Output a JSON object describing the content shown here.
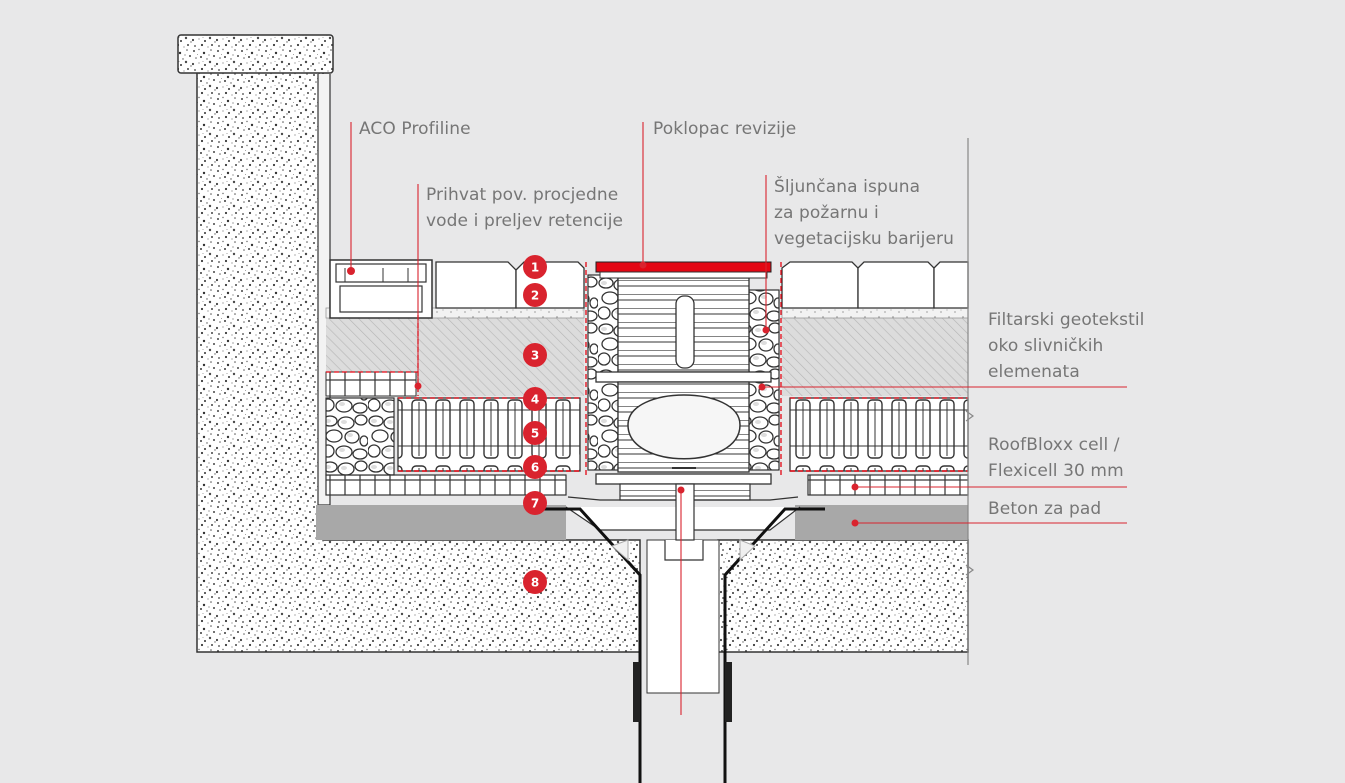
{
  "labels": {
    "aco_profiline": "ACO Profiline",
    "prihvat": "Prihvat pov. procjedne\nvode i preljev retencije",
    "poklopac": "Poklopac revizije",
    "sljuncana": "Šljunčana ispuna\nza požarnu i\nvegetacijsku barijeru",
    "filtarski": "Filtarski geotekstil\noko slivničkih\nelemenata",
    "roofbloxx": "RoofBloxx cell /\nFlexicell 30 mm",
    "beton": "Beton za pad"
  },
  "badges": [
    "1",
    "2",
    "3",
    "4",
    "5",
    "6",
    "7",
    "8"
  ],
  "colors": {
    "accent_red": "#e30613",
    "leader_red": "#d9232e",
    "label_gray": "#767676",
    "background": "#e8e8e9",
    "concrete": "#ffffff",
    "screed": "#a8a8a8"
  }
}
